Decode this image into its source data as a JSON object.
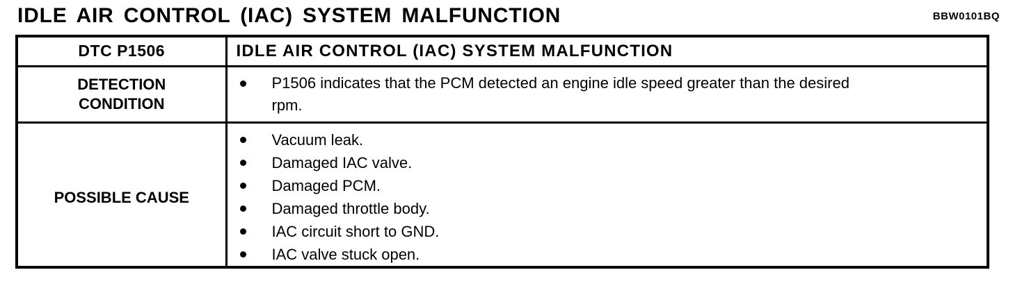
{
  "document": {
    "title": "IDLE AIR CONTROL (IAC) SYSTEM MALFUNCTION",
    "reference_code": "BBW0101BQ"
  },
  "table": {
    "rows": [
      {
        "label": "DTC P1506",
        "text": "IDLE AIR CONTROL (IAC) SYSTEM MALFUNCTION"
      },
      {
        "label": "DETECTION CONDITION",
        "bullets": [
          "P1506 indicates that the PCM detected an engine idle speed greater than the desired rpm."
        ]
      },
      {
        "label": "POSSIBLE CAUSE",
        "bullets": [
          "Vacuum leak.",
          "Damaged IAC valve.",
          "Damaged PCM.",
          "Damaged throttle body.",
          "IAC circuit short to GND.",
          "IAC valve stuck open."
        ]
      }
    ]
  }
}
